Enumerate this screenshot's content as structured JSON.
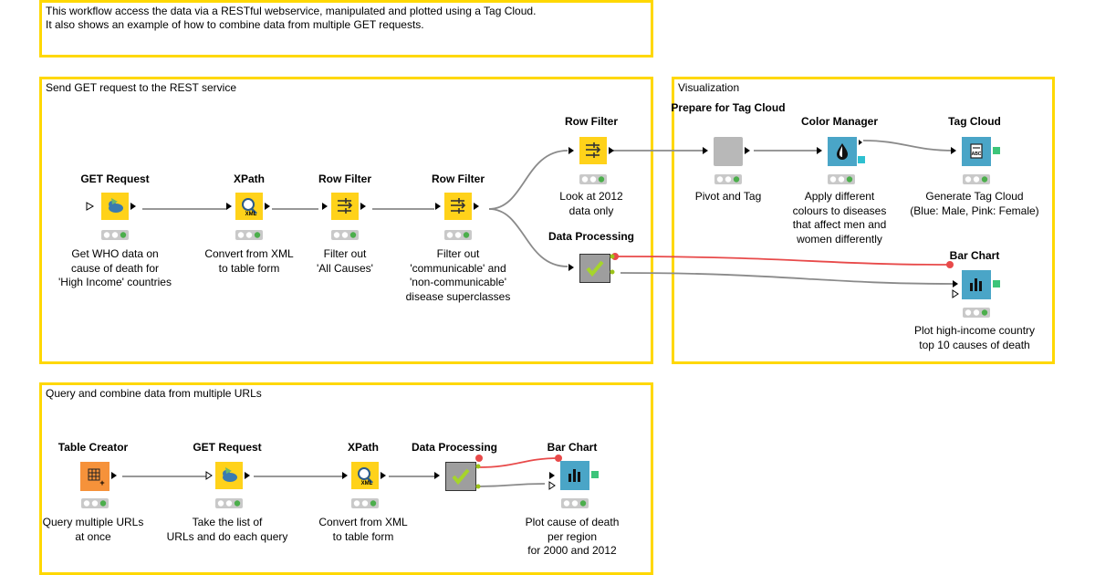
{
  "annotations": {
    "intro": "This workflow access the data via a RESTful webservice, manipulated and plotted using a Tag Cloud.\nIt also shows an example of how to combine data from multiple GET requests.",
    "send_get": "Send GET request to the REST service",
    "visualization": "Visualization",
    "query_combine": "Query and combine data from multiple URLs"
  },
  "nodes": {
    "get_request_1": {
      "title": "GET Request",
      "desc": "Get WHO data on\ncause of death for\n'High Income' countries",
      "icon": "rest-get-icon"
    },
    "xpath_1": {
      "title": "XPath",
      "desc": "Convert from XML\nto table form",
      "icon": "xpath-xml-icon"
    },
    "row_filter_1": {
      "title": "Row Filter",
      "desc": "Filter out\n'All Causes'",
      "icon": "row-filter-icon"
    },
    "row_filter_2": {
      "title": "Row Filter",
      "desc": "Filter out\n'communicable' and\n'non-communicable'\ndisease superclasses",
      "icon": "row-filter-icon"
    },
    "row_filter_3": {
      "title": "Row Filter",
      "desc": "Look at 2012\ndata only",
      "icon": "row-filter-icon"
    },
    "data_processing_1": {
      "title": "Data Processing",
      "desc": "",
      "icon": "metanode-check-icon"
    },
    "prepare_tag": {
      "title": "Prepare for\nTag Cloud",
      "desc": "Pivot and Tag",
      "icon": "metanode-icon"
    },
    "color_manager": {
      "title": "Color Manager",
      "desc": "Apply different\ncolours to diseases\nthat affect men and\nwomen differently",
      "icon": "color-drop-icon"
    },
    "tag_cloud": {
      "title": "Tag Cloud",
      "desc": "Generate Tag Cloud\n(Blue: Male, Pink: Female)",
      "icon": "tag-cloud-icon"
    },
    "bar_chart_1": {
      "title": "Bar Chart",
      "desc": "Plot high-income country\ntop 10 causes of death",
      "icon": "bar-chart-icon"
    },
    "table_creator": {
      "title": "Table Creator",
      "desc": "Query multiple URLs\nat once",
      "icon": "table-creator-icon"
    },
    "get_request_2": {
      "title": "GET Request",
      "desc": "Take the list of\nURLs and do each query",
      "icon": "rest-get-icon"
    },
    "xpath_2": {
      "title": "XPath",
      "desc": "Convert from XML\nto table form",
      "icon": "xpath-xml-icon"
    },
    "data_processing_2": {
      "title": "Data Processing",
      "desc": "",
      "icon": "metanode-check-icon"
    },
    "bar_chart_2": {
      "title": "Bar Chart",
      "desc": "Plot cause of death\nper region\nfor 2000 and 2012",
      "icon": "bar-chart-icon"
    }
  },
  "colors": {
    "annotation_border": "#ffd800",
    "manipulator": "#ffd21a",
    "metanode": "#9e9e9e",
    "visualizer": "#4aa5c7",
    "source": "#f6923a",
    "wire_grey": "#8a8a8a",
    "wire_red": "#e84a4a"
  }
}
